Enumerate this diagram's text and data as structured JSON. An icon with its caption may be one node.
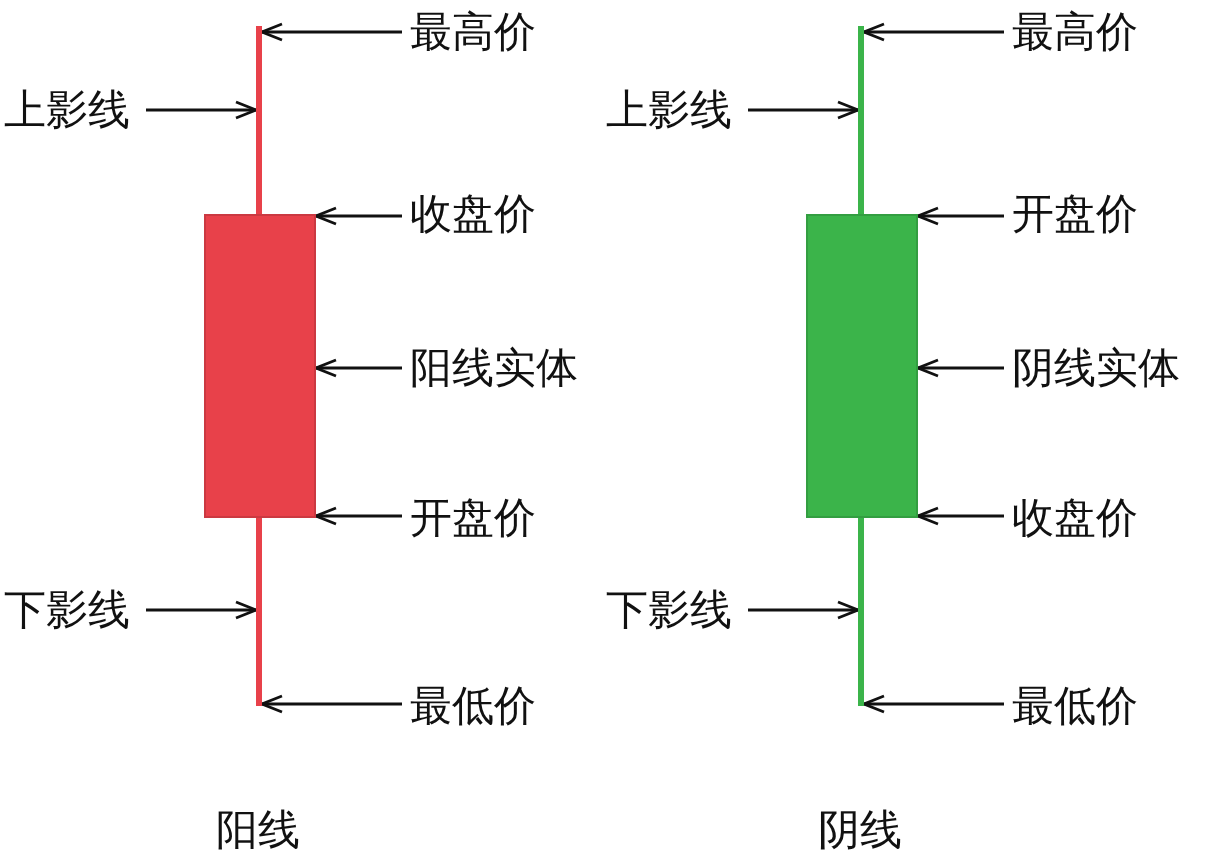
{
  "diagram": {
    "nodes": [
      {
        "text": [],
        "shape": "bar"
      },
      {
        "text": [],
        "shape": "box"
      },
      {
        "text": [],
        "shape": "bar"
      },
      {
        "text": [
          "最高价"
        ]
      },
      {
        "text": [
          "上影线"
        ]
      },
      {
        "text": [
          "收盘价"
        ]
      },
      {
        "text": [
          "阳线实体"
        ]
      },
      {
        "text": [
          "开盘价"
        ]
      },
      {
        "text": [
          "下影线"
        ]
      },
      {
        "text": [
          "最低价"
        ]
      },
      {
        "text": [],
        "shape": "bar"
      },
      {
        "text": [],
        "shape": "box"
      },
      {
        "text": [],
        "shape": "bar"
      },
      {
        "text": [
          "最高价"
        ]
      },
      {
        "text": [
          "上影线"
        ]
      },
      {
        "text": [
          "开盘价"
        ]
      },
      {
        "text": [
          "阴线实体"
        ]
      },
      {
        "text": [
          "收盘价"
        ]
      },
      {
        "text": [
          "下影线"
        ]
      },
      {
        "text": [
          "最低价"
        ]
      }
    ],
    "edges": [
      {
        "from": 3,
        "to": 0,
        "arrow": "to"
      },
      {
        "from": 4,
        "to": 0,
        "arrow": "to"
      },
      {
        "from": 5,
        "to": 1,
        "arrow": "to"
      },
      {
        "from": 6,
        "to": 1,
        "arrow": "to"
      },
      {
        "from": 7,
        "to": 1,
        "arrow": "to"
      },
      {
        "from": 8,
        "to": 2,
        "arrow": "to"
      },
      {
        "from": 9,
        "to": 2,
        "arrow": "to"
      },
      {
        "from": 13,
        "to": 10,
        "arrow": "to"
      },
      {
        "from": 14,
        "to": 10,
        "arrow": "to"
      },
      {
        "from": 15,
        "to": 11,
        "arrow": "to"
      },
      {
        "from": 16,
        "to": 11,
        "arrow": "to"
      },
      {
        "from": 17,
        "to": 11,
        "arrow": "to"
      },
      {
        "from": 18,
        "to": 12,
        "arrow": "to"
      },
      {
        "from": 19,
        "to": 12,
        "arrow": "to"
      }
    ],
    "labels": [
      "阳线",
      "阴线"
    ]
  }
}
